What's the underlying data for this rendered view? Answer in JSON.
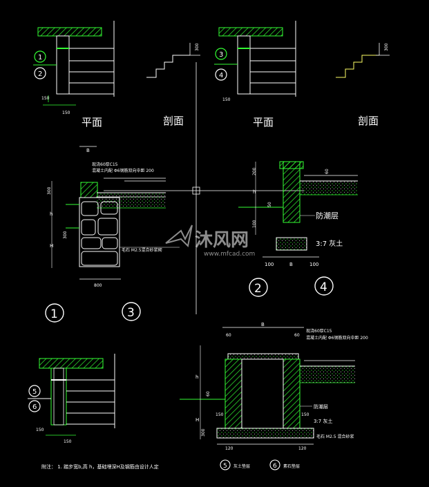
{
  "colors": {
    "background": "#000000",
    "line_green": "#33ff33",
    "line_white": "#ffffff",
    "line_yellow": "#ffff66",
    "text_white": "#ffffff"
  },
  "section_titles": {
    "plan_left": "平面",
    "section_left": "剖面",
    "plan_right": "平面",
    "section_right": "剖面"
  },
  "detail_numbers": [
    "1",
    "2",
    "3",
    "4",
    "5",
    "6"
  ],
  "dimensions": {
    "top_plan_left_bottom": "150",
    "top_plan_left_side": "150",
    "top_section_left": "300",
    "top_plan_right_side": "150",
    "top_section_right": "300",
    "mid_left_top": "B",
    "mid_left_height": "300",
    "mid_left_h": "h",
    "mid_left_H": "H",
    "mid_left_wall": "300",
    "mid_left_base": "800",
    "mid_right_200": "200",
    "mid_right_60": "60",
    "mid_right_h": "h",
    "mid_right_100": "100",
    "mid_right_50": "50",
    "mid_right_base_left": "100",
    "mid_right_base_B": "B",
    "mid_right_base_right": "100",
    "bot_left_bottom": "150",
    "bot_left_side": "150",
    "bot_right_B": "B",
    "bot_right_60_left": "60",
    "bot_right_60_right": "60",
    "bot_right_h": "h",
    "bot_right_H": "H",
    "bot_right_150_left": "150",
    "bot_right_150_right": "150",
    "bot_right_300": "300",
    "bot_right_120_left": "120",
    "bot_right_120_right": "120",
    "bot_right_60_step": "60"
  },
  "annotations": {
    "mid_left_slab": "现浇60厚C15",
    "mid_left_rebar": "混凝土内配 Φ6钢筋双向中距 200",
    "mid_left_stone": "毛石 M2.5混合砂浆砌",
    "mid_right_dpc": "防潮层",
    "mid_right_lime": "3:7 灰土",
    "bot_right_slab": "现浇60厚C15",
    "bot_right_rebar": "混凝土内配 Φ6钢筋双向中距 200",
    "bot_right_dpc": "防潮层",
    "bot_right_lime": "3:7 灰土",
    "bot_right_stone": "毛石 M2.5 混合砂浆",
    "legend_5": "灰土垫层",
    "legend_6": "素石垫层"
  },
  "note": "附注： 1. 踏步宽b,高 h，基础埋深H及钢筋由设计人定",
  "watermark": {
    "brand": "沐风网",
    "url": "www.mfcad.com"
  }
}
